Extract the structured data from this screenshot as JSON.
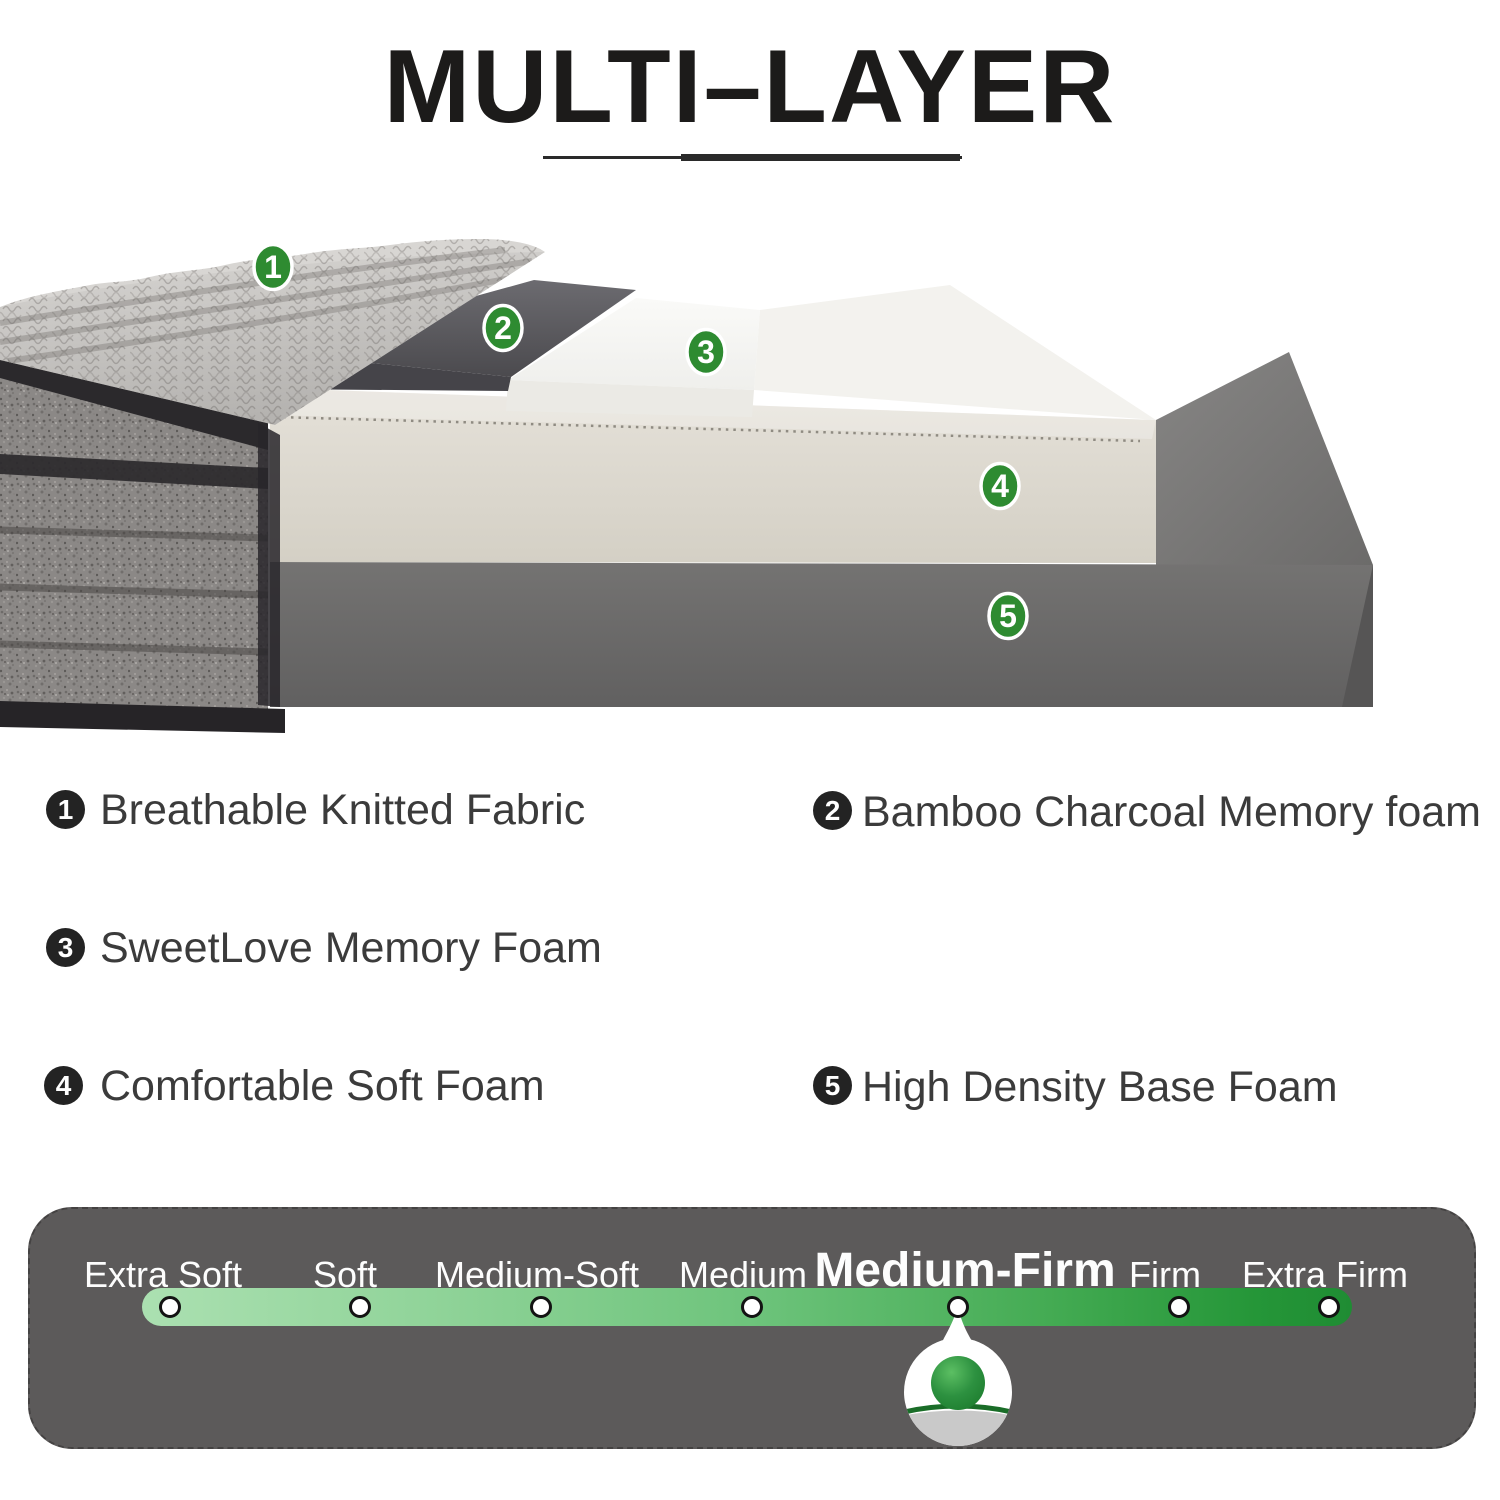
{
  "title": "MULTI–LAYER",
  "diagram": {
    "layers": [
      {
        "num": "1",
        "label": "Breathable Knitted Fabric"
      },
      {
        "num": "2",
        "label": "Bamboo Charcoal Memory foam"
      },
      {
        "num": "3",
        "label": "SweetLove Memory Foam"
      },
      {
        "num": "4",
        "label": "Comfortable Soft Foam"
      },
      {
        "num": "5",
        "label": "High Density Base Foam"
      }
    ]
  },
  "firmness": {
    "levels": [
      {
        "label": "Extra Soft"
      },
      {
        "label": "Soft"
      },
      {
        "label": "Medium-Soft"
      },
      {
        "label": "Medium"
      },
      {
        "label": "Medium-Firm"
      },
      {
        "label": "Firm"
      },
      {
        "label": "Extra Firm"
      }
    ],
    "selected": "Medium-Firm"
  },
  "colors": {
    "badge_green": "#2e8b31",
    "legend_badge_black": "#232323",
    "panel_gray": "#5c5a5a",
    "scale_green_light": "#abe0b1",
    "scale_green_dark": "#1f8c33",
    "title_color": "#1c1b1a"
  }
}
